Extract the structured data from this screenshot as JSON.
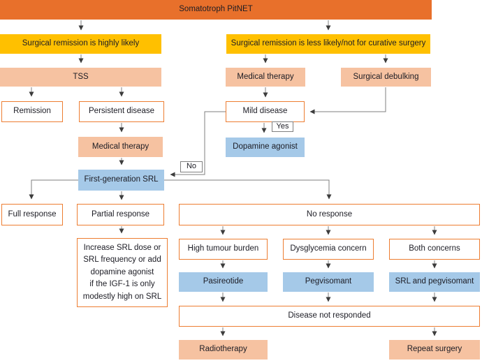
{
  "diagram": {
    "title": "Somatotroph PitNET",
    "colors": {
      "banner": "#e8702b",
      "yellow": "#ffc000",
      "peach": "#f6c2a1",
      "blue": "#a5c9e8",
      "outline_border": "#ed7d31",
      "connector_line": "#7f7f7f",
      "arrowhead": "#3c3c3c",
      "text": "#1c1c24"
    },
    "nodes": {
      "root": "Somatotroph PitNET",
      "surgical_highly_likely": "Surgical remission is highly likely",
      "surgical_less_likely": "Surgical remission is less likely/not for curative surgery",
      "tss": "TSS",
      "medical_therapy_right": "Medical therapy",
      "surgical_debulking": "Surgical debulking",
      "remission": "Remission",
      "persistent_disease": "Persistent disease",
      "mild_disease": "Mild disease",
      "dopamine_agonist": "Dopamine agonist",
      "medical_therapy_left": "Medical therapy",
      "first_generation_srl": "First-generation SRL",
      "full_response": "Full response",
      "partial_response": "Partial response",
      "no_response": "No response",
      "increase_srl_advice": "Increase SRL dose or\nSRL frequency or add\ndopamine agonist\nif the IGF-1 is only\nmodestly high on SRL",
      "high_tumour_burden": "High tumour burden",
      "dysglycemia_concern": "Dysglycemia concern",
      "both_concerns": "Both concerns",
      "pasireotide": "Pasireotide",
      "pegvisomant": "Pegvisomant",
      "srl_and_pegvisomant": "SRL and pegvisomant",
      "disease_not_responded": "Disease not responded",
      "radiotherapy": "Radiotherapy",
      "repeat_surgery": "Repeat surgery"
    },
    "edge_labels": {
      "yes": "Yes",
      "no": "No"
    }
  }
}
